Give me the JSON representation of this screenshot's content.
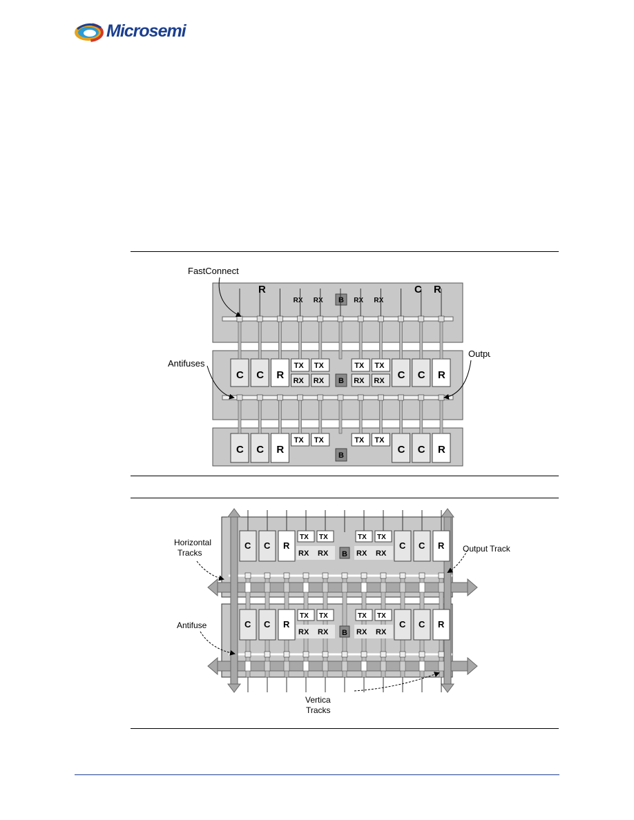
{
  "header": {
    "logo_text": "Microsemi",
    "logo_mark": ".",
    "logo_icon": "microsemi-swirl-logo"
  },
  "colors": {
    "brand_blue": "#1b3f8f",
    "panel_gray": "#c8c8c8",
    "cell_fill": "#e6e6e6",
    "b_cell_fill": "#8a8a8a"
  },
  "figure1": {
    "labels": {
      "fastconnect": "FastConnect",
      "antifuses": "Antifuses",
      "output_track": "Output Track"
    },
    "cell_labels": {
      "c": "C",
      "r": "R",
      "tx": "TX",
      "rx": "RX",
      "b": "B"
    }
  },
  "figure2": {
    "labels": {
      "horizontal": "Horizontal",
      "tracks": "Tracks",
      "output_track": "Output Track",
      "antifuse": "Antifuse",
      "vertica": "Vertica",
      "vtracks": "Tracks"
    },
    "cell_labels": {
      "c": "C",
      "r": "R",
      "tx": "TX",
      "rx": "RX",
      "b": "B"
    }
  }
}
